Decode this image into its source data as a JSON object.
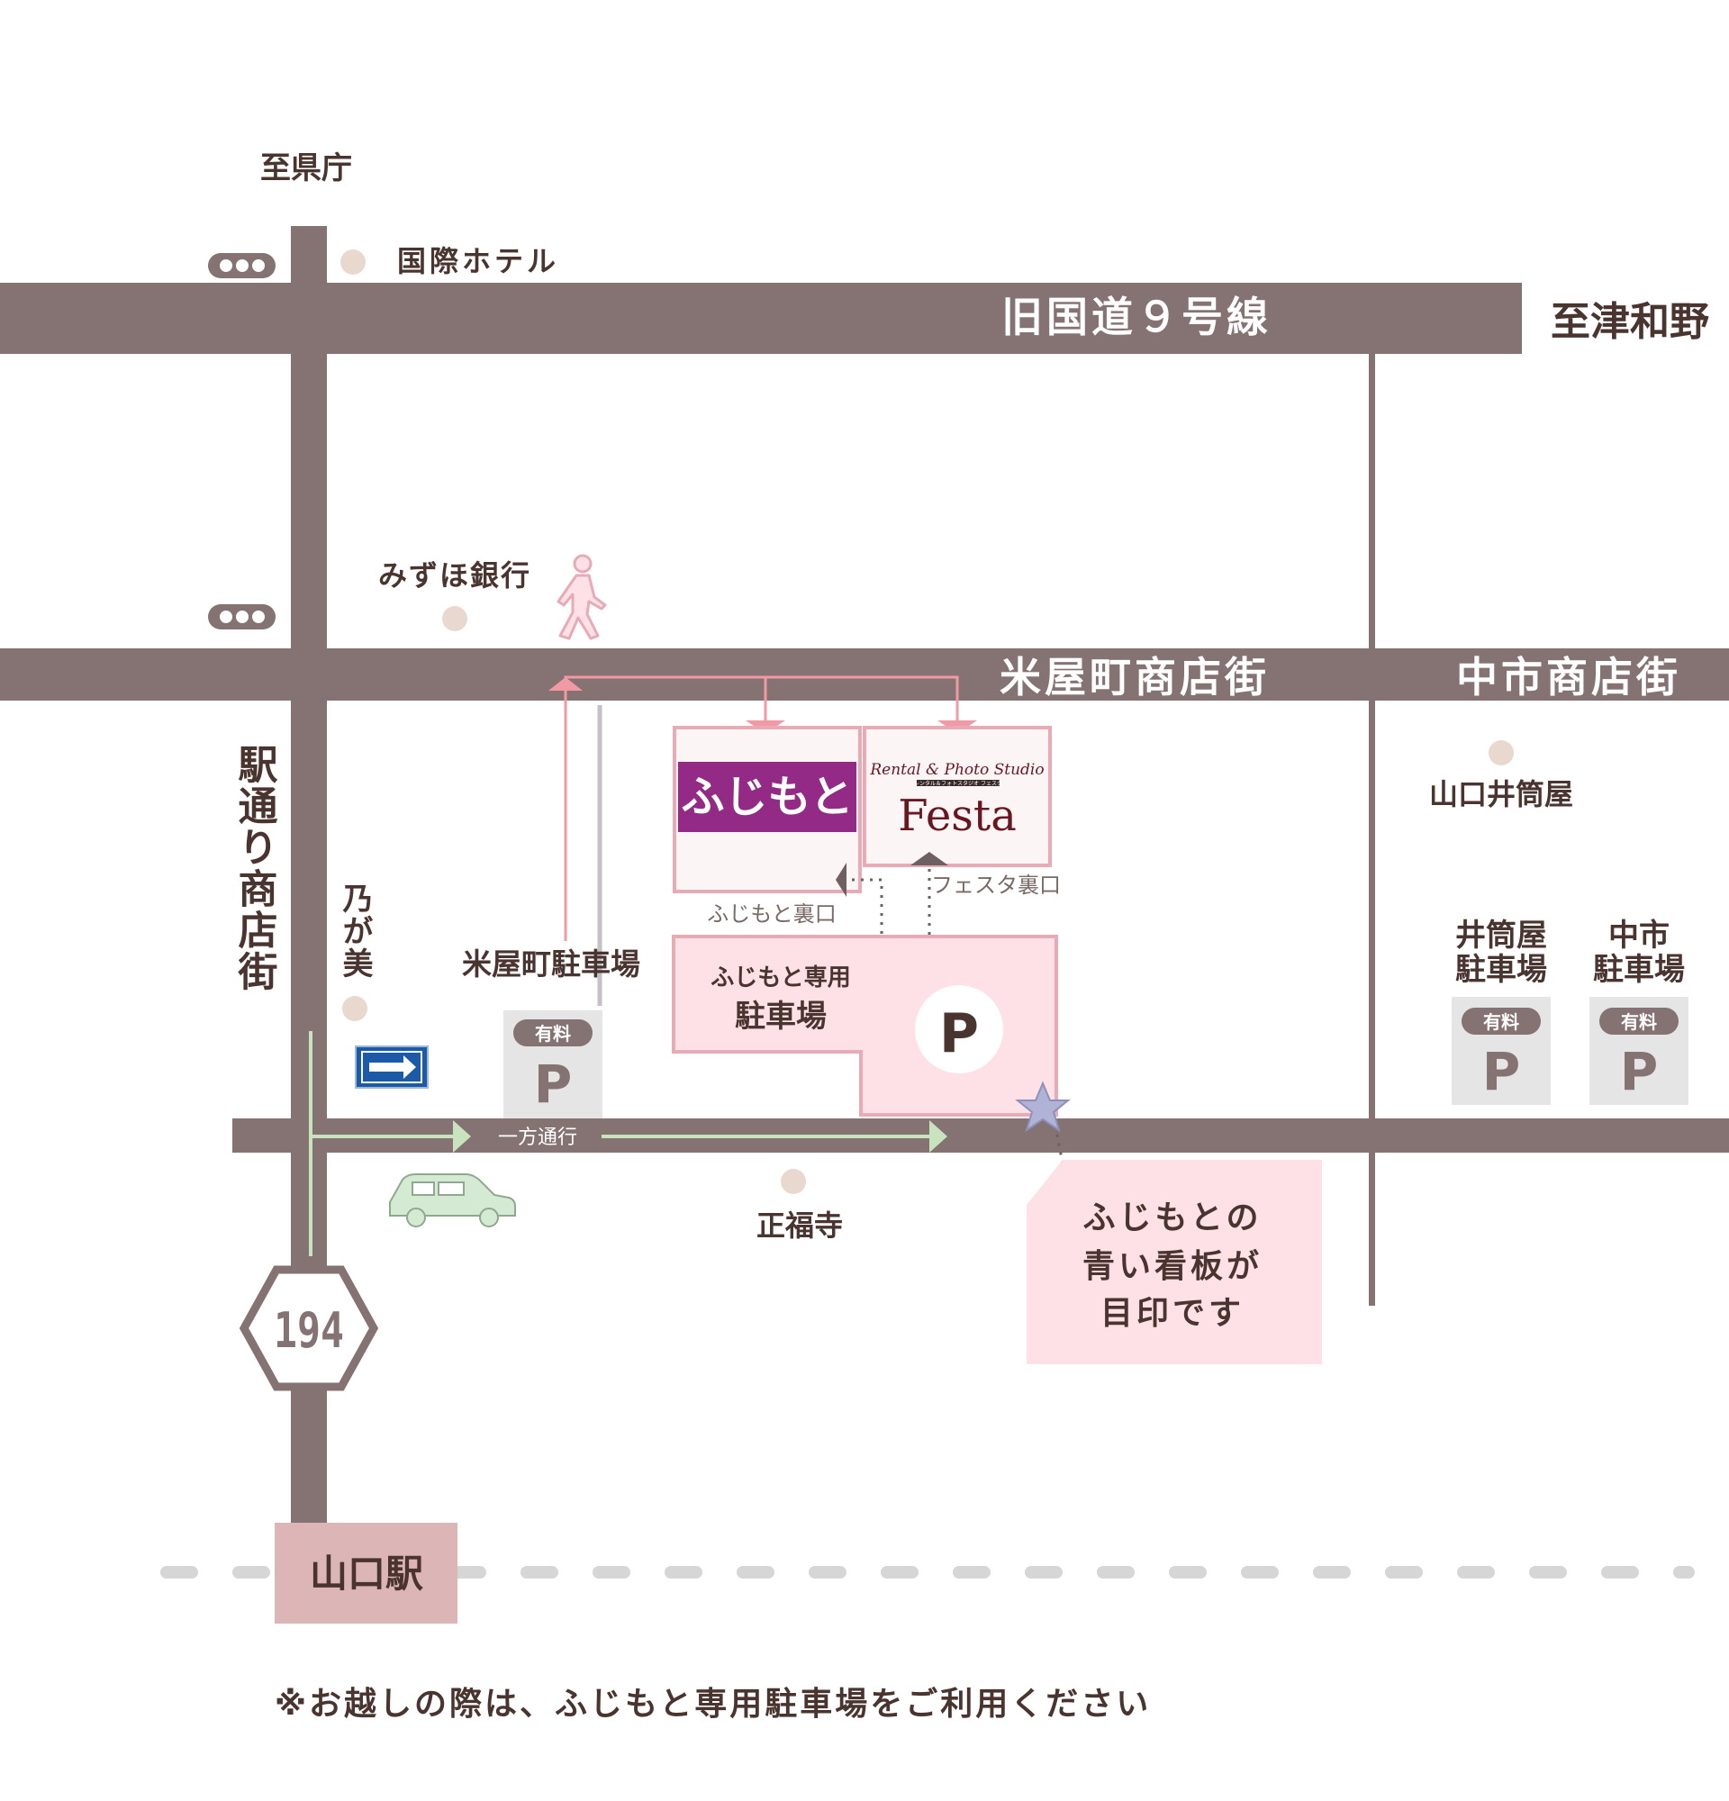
{
  "places": {
    "to_prefecture": "至県庁",
    "to_tsuwano": "至津和野",
    "kokusai_hotel": "国際ホテル",
    "mizuho_bank": "みずほ銀行",
    "nogami": "乃が美",
    "shofukuji": "正福寺",
    "yamaguchi_izutsuya": "山口井筒屋",
    "yamaguchi_station": "山口駅"
  },
  "roads": {
    "old_route9": "旧国道９号線",
    "komeyacho": "米屋町商店街",
    "nakaichi": "中市商店街",
    "ekidori": "駅通り商店街",
    "route_number": "194",
    "one_way": "一方通行"
  },
  "parking": {
    "komeyacho_parking": "米屋町駐車場",
    "izutsuya_parking_line1": "井筒屋",
    "izutsuya_parking_line2": "駐車場",
    "nakaichi_parking_line1": "中市",
    "nakaichi_parking_line2": "駐車場",
    "paid_badge": "有料",
    "p_symbol": "P",
    "fujimoto_parking_line1": "ふじもと専用",
    "fujimoto_parking_line2": "駐車場"
  },
  "shops": {
    "fujimoto_logo": "ふじもと",
    "fujimoto_back": "ふじもと裏口",
    "festa_top": "Rental & Photo Studio",
    "festa_sub": "レンタル＆フォトスタジオ フェスタ",
    "festa_name": "Festa",
    "festa_back": "フェスタ裏口"
  },
  "note": {
    "line1": "ふじもとの",
    "line2": "青い看板が",
    "line3": "目印です"
  },
  "footer_note": "※お越しの際は、ふじもと専用駐車場をご利用ください",
  "colors": {
    "road": "#857272",
    "pink_area": "#fde1e6",
    "pink_border": "#e8aab5",
    "fujimoto_purple": "#932a85",
    "arrow_pink": "#f19aa5",
    "one_way_green": "#c8e3be",
    "station": "#dcb5b7",
    "sign_blue": "#1c5aa8"
  }
}
